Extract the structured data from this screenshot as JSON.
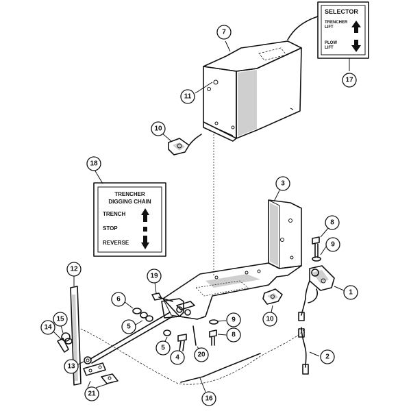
{
  "callouts": [
    {
      "id": "c7",
      "label": "7"
    },
    {
      "id": "c17",
      "label": "17"
    },
    {
      "id": "c11",
      "label": "11"
    },
    {
      "id": "c10a",
      "label": "10"
    },
    {
      "id": "c18",
      "label": "18"
    },
    {
      "id": "c3",
      "label": "3"
    },
    {
      "id": "c8a",
      "label": "8"
    },
    {
      "id": "c9a",
      "label": "9"
    },
    {
      "id": "c1",
      "label": "1"
    },
    {
      "id": "c12",
      "label": "12"
    },
    {
      "id": "c19",
      "label": "19"
    },
    {
      "id": "c6",
      "label": "6"
    },
    {
      "id": "c5a",
      "label": "5"
    },
    {
      "id": "c10b",
      "label": "10"
    },
    {
      "id": "c9b",
      "label": "9"
    },
    {
      "id": "c8b",
      "label": "8"
    },
    {
      "id": "c15",
      "label": "15"
    },
    {
      "id": "c14",
      "label": "14"
    },
    {
      "id": "c5b",
      "label": "5"
    },
    {
      "id": "c4",
      "label": "4"
    },
    {
      "id": "c20",
      "label": "20"
    },
    {
      "id": "c2",
      "label": "2"
    },
    {
      "id": "c13",
      "label": "13"
    },
    {
      "id": "c21",
      "label": "21"
    },
    {
      "id": "c16",
      "label": "16"
    }
  ],
  "selector_decal": {
    "title": "SELECTOR",
    "top_line1": "TRENCHER",
    "top_line2": "LIFT",
    "bottom_line1": "PLOW",
    "bottom_line2": "LIFT"
  },
  "trencher_decal": {
    "title_line1": "TRENCHER",
    "title_line2": "DIGGING CHAIN",
    "row1": "TRENCH",
    "row2": "STOP",
    "row3": "REVERSE"
  }
}
